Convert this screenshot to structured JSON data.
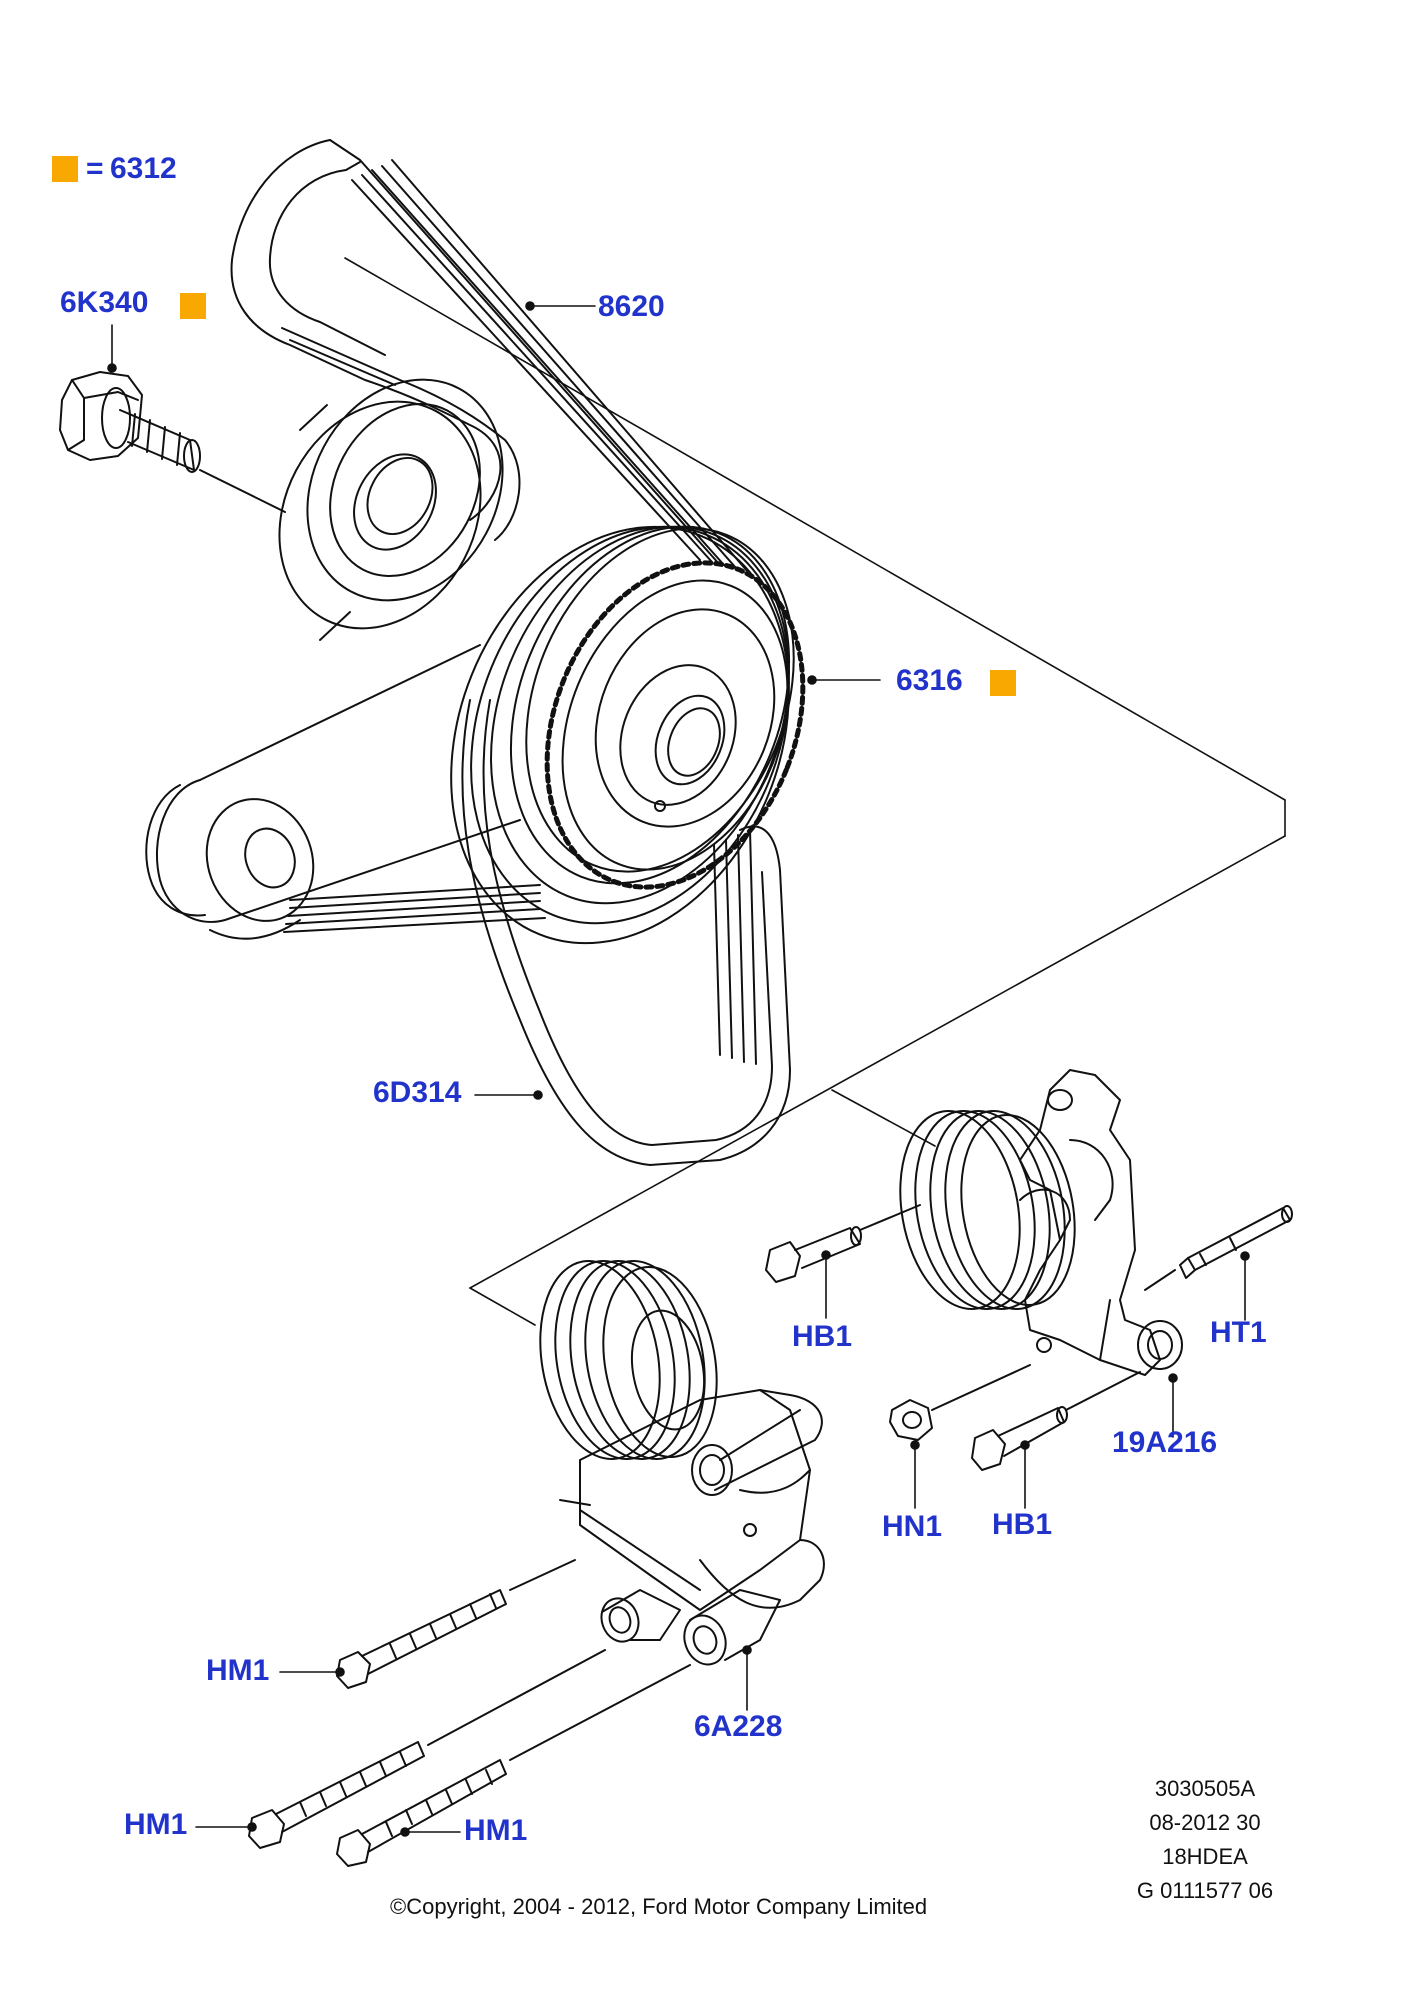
{
  "legend": {
    "equals": "=",
    "code": "6312",
    "marker_color": "#f8a800"
  },
  "callouts": {
    "p6K340": "6K340",
    "p8620": "8620",
    "p6316": "6316",
    "p6D314": "6D314",
    "pHB1a": "HB1",
    "pHT1": "HT1",
    "p19A216": "19A216",
    "pHN1": "HN1",
    "pHB1b": "HB1",
    "pHM1a": "HM1",
    "p6A228": "6A228",
    "pHM1b": "HM1",
    "pHM1c": "HM1"
  },
  "label_color": "#2233cc",
  "drawing_reference": {
    "line1": "3030505A",
    "line2": "08-2012 30",
    "line3": "18HDEA",
    "line4": "G 0111577 06"
  },
  "copyright": "©Copyright, 2004 - 2012, Ford Motor Company Limited"
}
